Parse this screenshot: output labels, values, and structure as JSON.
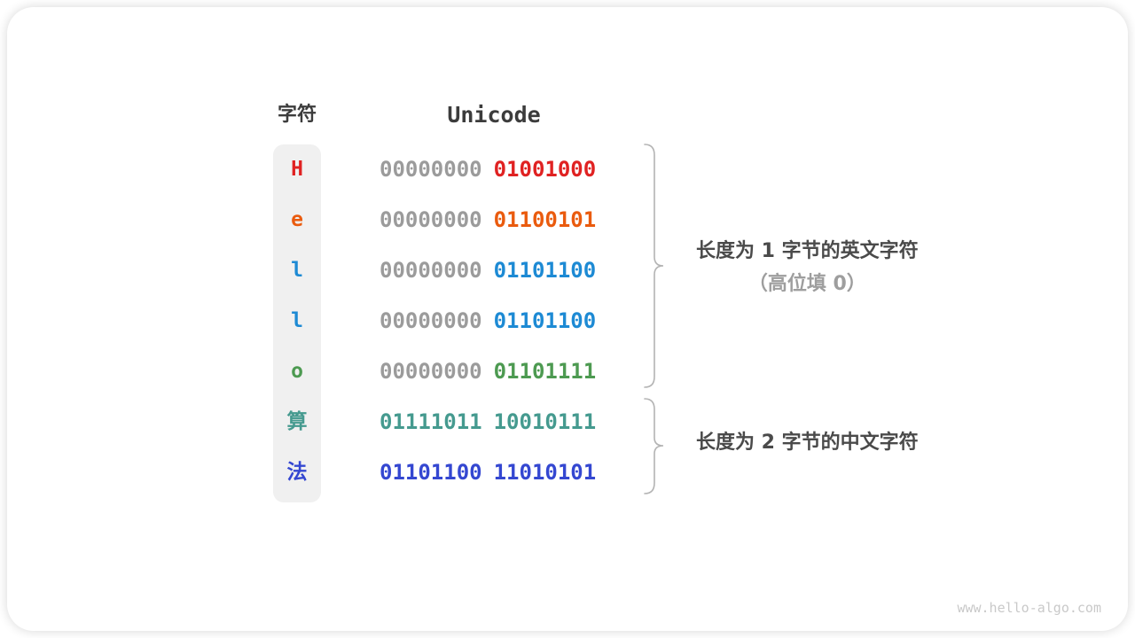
{
  "diagram": {
    "headers": {
      "char": "字符",
      "unicode": "Unicode"
    },
    "rows": [
      {
        "char": "H",
        "char_color": "#e02222",
        "byte1": "00000000",
        "byte1_color": "#9b9b9b",
        "byte2": "01001000",
        "byte2_color": "#e02222"
      },
      {
        "char": "e",
        "char_color": "#ea5b0e",
        "byte1": "00000000",
        "byte1_color": "#9b9b9b",
        "byte2": "01100101",
        "byte2_color": "#ea5b0e"
      },
      {
        "char": "l",
        "char_color": "#1d8ad4",
        "byte1": "00000000",
        "byte1_color": "#9b9b9b",
        "byte2": "01101100",
        "byte2_color": "#1d8ad4"
      },
      {
        "char": "l",
        "char_color": "#1d8ad4",
        "byte1": "00000000",
        "byte1_color": "#9b9b9b",
        "byte2": "01101100",
        "byte2_color": "#1d8ad4"
      },
      {
        "char": "o",
        "char_color": "#4d9a51",
        "byte1": "00000000",
        "byte1_color": "#9b9b9b",
        "byte2": "01101111",
        "byte2_color": "#4d9a51"
      },
      {
        "char": "算",
        "char_color": "#459a8f",
        "byte1": "01111011",
        "byte1_color": "#459a8f",
        "byte2": "10010111",
        "byte2_color": "#459a8f"
      },
      {
        "char": "法",
        "char_color": "#3447d1",
        "byte1": "01101100",
        "byte1_color": "#3447d1",
        "byte2": "11010101",
        "byte2_color": "#3447d1"
      }
    ],
    "annotations": {
      "english": {
        "line1": "长度为 1 字节的英文字符",
        "line2": "（高位填 0）"
      },
      "chinese": {
        "line1": "长度为 2 字节的中文字符"
      }
    },
    "watermark": "www.hello-algo.com",
    "colors": {
      "red": "#e02222",
      "orange": "#ea5b0e",
      "blue": "#1d8ad4",
      "green": "#4d9a51",
      "teal": "#459a8f",
      "indigo": "#3447d1",
      "gray_digits": "#9b9b9b",
      "header_text": "#3c3c3c",
      "annotation_dark": "#4a4a4a",
      "annotation_light": "#9e9e9e",
      "brace": "#b3b3b3",
      "char_column_bg": "#f0f0f0",
      "watermark_text": "#c9c9c9"
    }
  }
}
